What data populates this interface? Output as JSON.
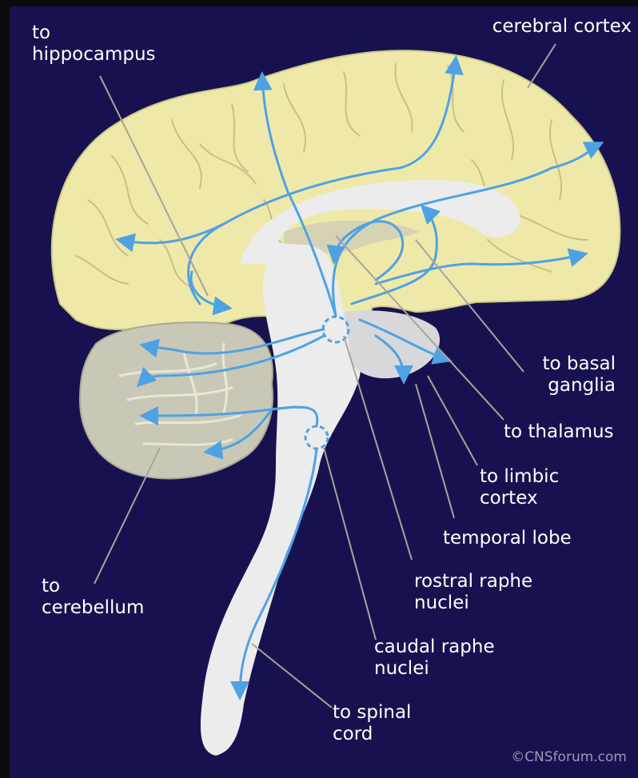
{
  "labels": {
    "hippocampus": [
      "to",
      "hippocampus"
    ],
    "cerebral_cortex": [
      "cerebral cortex"
    ],
    "basal_ganglia": [
      "to basal",
      "ganglia"
    ],
    "thalamus": [
      "to thalamus"
    ],
    "limbic_cortex": [
      "to limbic",
      "cortex"
    ],
    "temporal_lobe": [
      "temporal lobe"
    ],
    "rostral_raphe": [
      "rostral raphe",
      "nuclei"
    ],
    "cerebellum": [
      "to",
      "cerebellum"
    ],
    "caudal_raphe": [
      "caudal raphe",
      "nuclei"
    ],
    "spinal_cord": [
      "to spinal",
      "cord"
    ]
  },
  "copyright": "©CNSforum.com",
  "colors": {
    "background": "#17124f",
    "frame": "#0b0b0b",
    "cortex": "#efe9a9",
    "brainstem": "#ececed",
    "cerebellum": "#c9c8b7",
    "pathway": "#4ea2e4",
    "pointer": "#a8a39a",
    "text": "#ffffff"
  }
}
